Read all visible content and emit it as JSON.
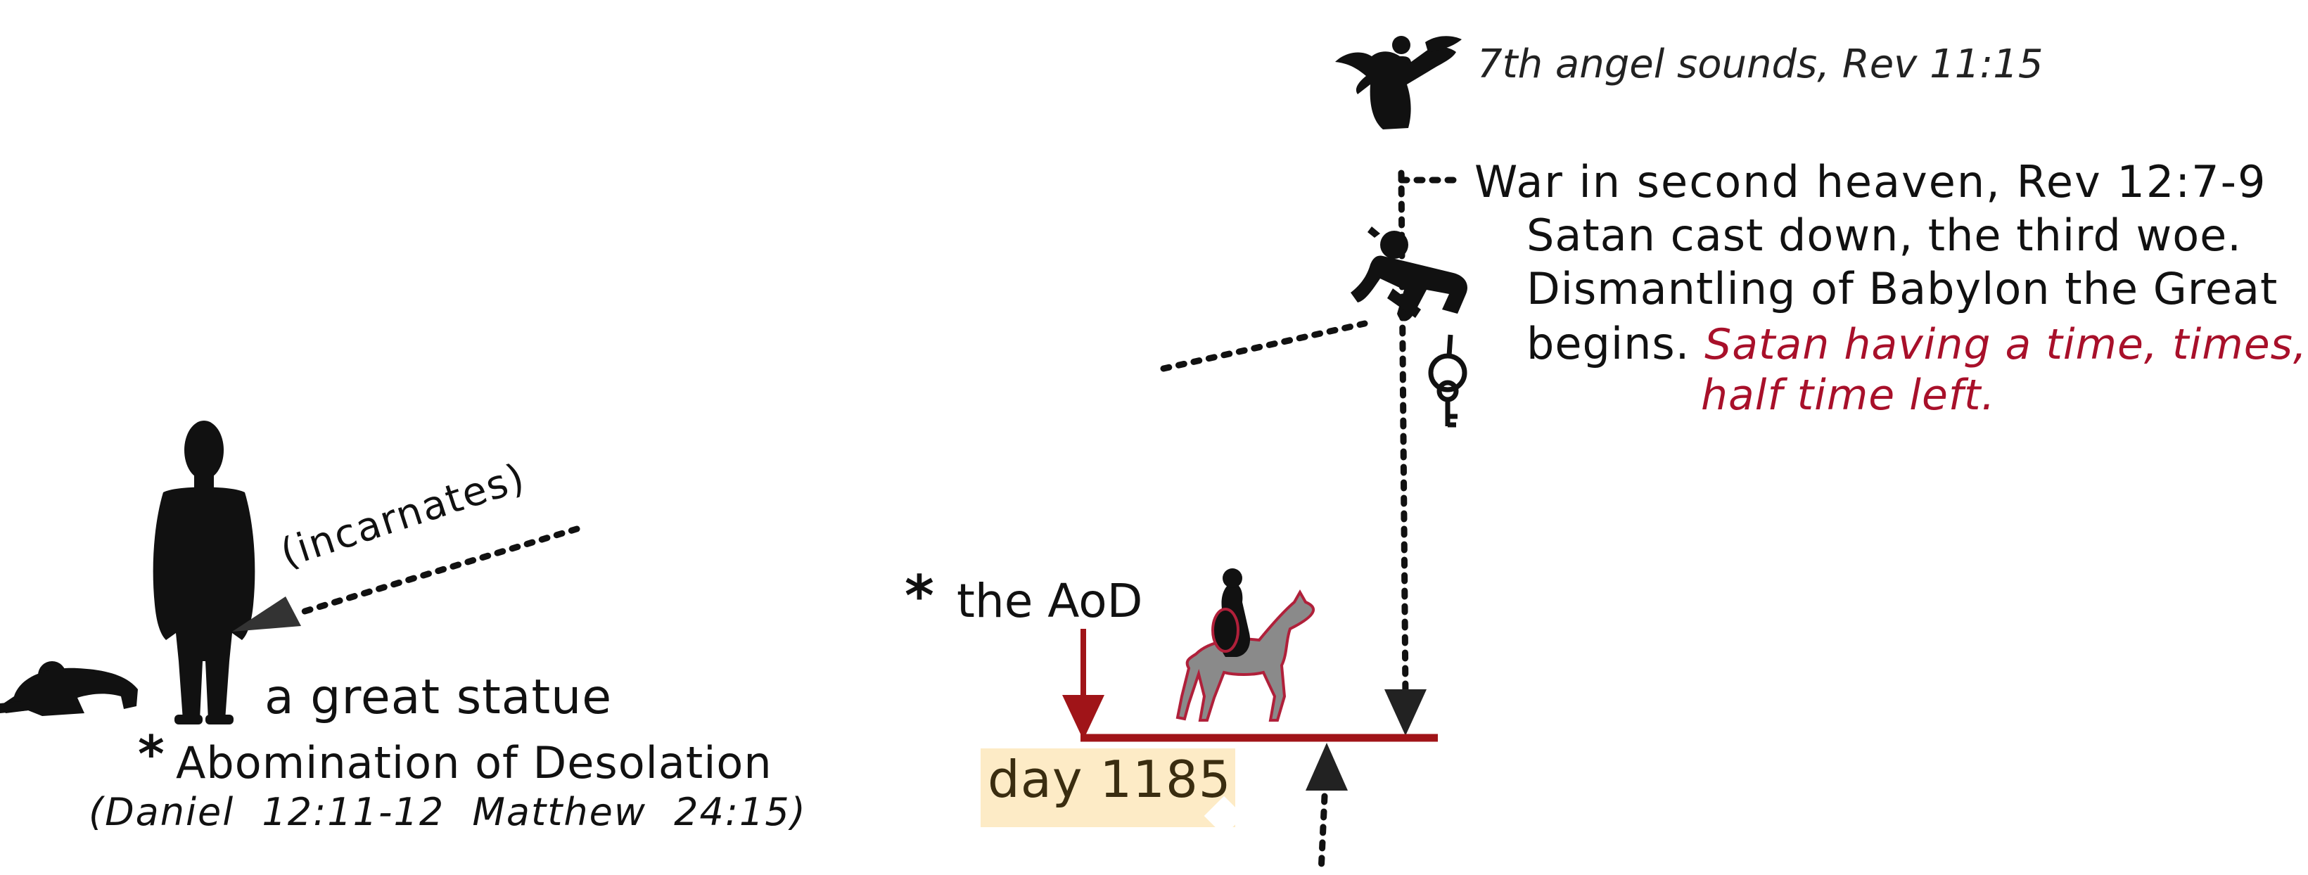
{
  "diagram": {
    "angel_caption": "7th angel sounds, Rev 11:15",
    "war_heaven": "War in second heaven, Rev 12:7-9",
    "satan_cast_down": "Satan cast down, the third woe.",
    "dismantling": "Dismantling of Babylon the Great",
    "begins": "begins.",
    "satan_time_1": "Satan having a time, times,",
    "satan_time_2": "half time left.",
    "aod_star": "*",
    "aod_label": "the AoD",
    "statue_label": "a great statue",
    "abomination_star": "*",
    "abomination_label": "Abomination of Desolation",
    "references": "(Daniel 12:11-12  Matthew 24:15)",
    "incarnates": "(incarnates)",
    "day_label": "day 1185"
  },
  "colors": {
    "accent_red": "#a8102a",
    "timeline_red": "#a01418",
    "day_box": "#fdebc6",
    "silhouette": "#111111",
    "horse_gray": "#8a8a8a"
  },
  "icons": [
    "angel-icon",
    "falling-man-icon",
    "key-icon",
    "statue-icon",
    "kneeling-man-icon",
    "horse-rider-icon"
  ]
}
